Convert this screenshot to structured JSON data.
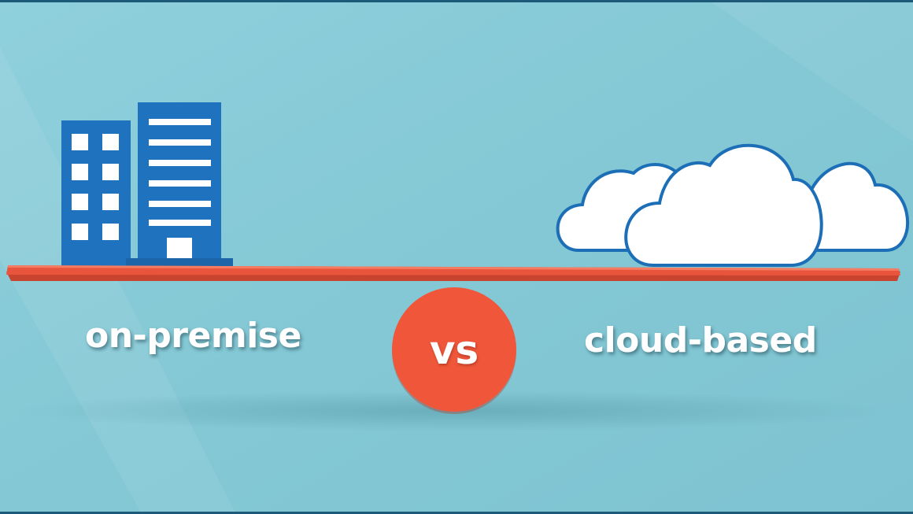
{
  "left_label": "on-premise",
  "center_label": "vs",
  "right_label": "cloud-based",
  "icons": {
    "left": "office-buildings-icon",
    "right": "clouds-icon"
  },
  "colors": {
    "background": "#86c9d6",
    "building": "#1f72bd",
    "seesaw_plank": "#e8553c",
    "vs_circle": "#f0573a",
    "cloud_fill": "#ffffff",
    "cloud_outline": "#1c6fb6",
    "text": "#ffffff"
  }
}
